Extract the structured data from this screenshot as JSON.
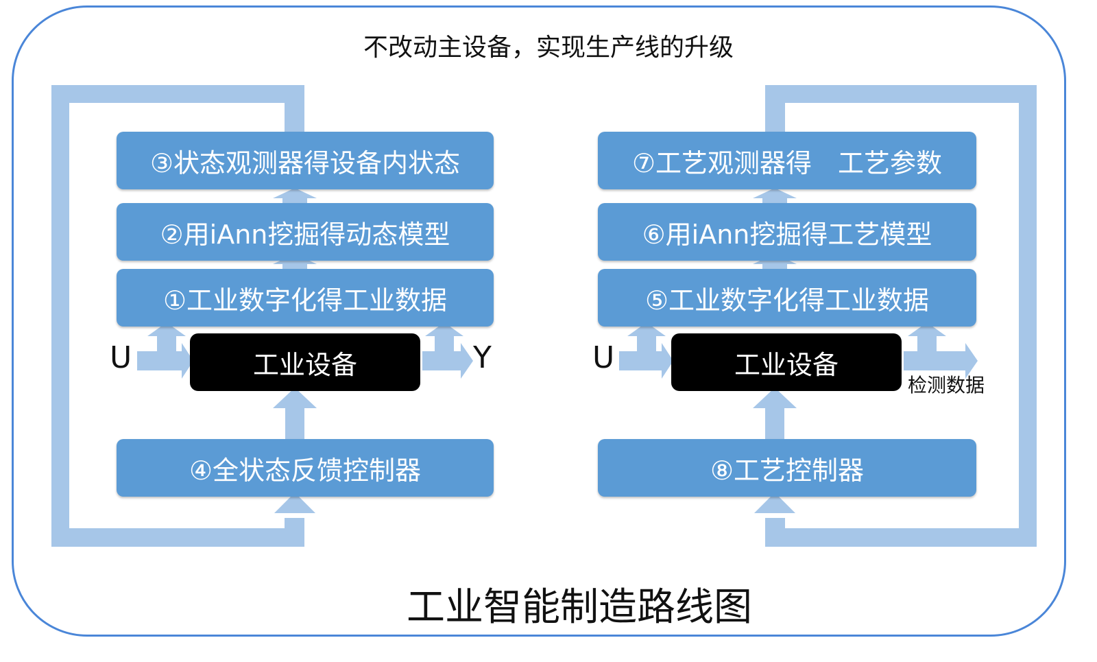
{
  "title": "不改动主设备，实现生产线的升级",
  "caption": "工业智能制造路线图",
  "left": {
    "box3": "③状态观测器得设备内状态",
    "box2": "②用iAnn挖掘得动态模型",
    "box1": "①工业数字化得工业数据",
    "device": "工业设备",
    "box4": "④全状态反馈控制器",
    "input_label": "U",
    "output_label": "Y"
  },
  "right": {
    "box7": "⑦工艺观测器得　工艺参数",
    "box6": "⑥用iAnn挖掘得工艺模型",
    "box5": "⑤工业数字化得工业数据",
    "device": "工业设备",
    "box8": "⑧工艺控制器",
    "input_label": "U",
    "output_label": "检测数据"
  },
  "colors": {
    "frame": "#4a86d8",
    "box": "#5b9bd5",
    "arrow": "#a6c6e8",
    "device": "#000000"
  }
}
